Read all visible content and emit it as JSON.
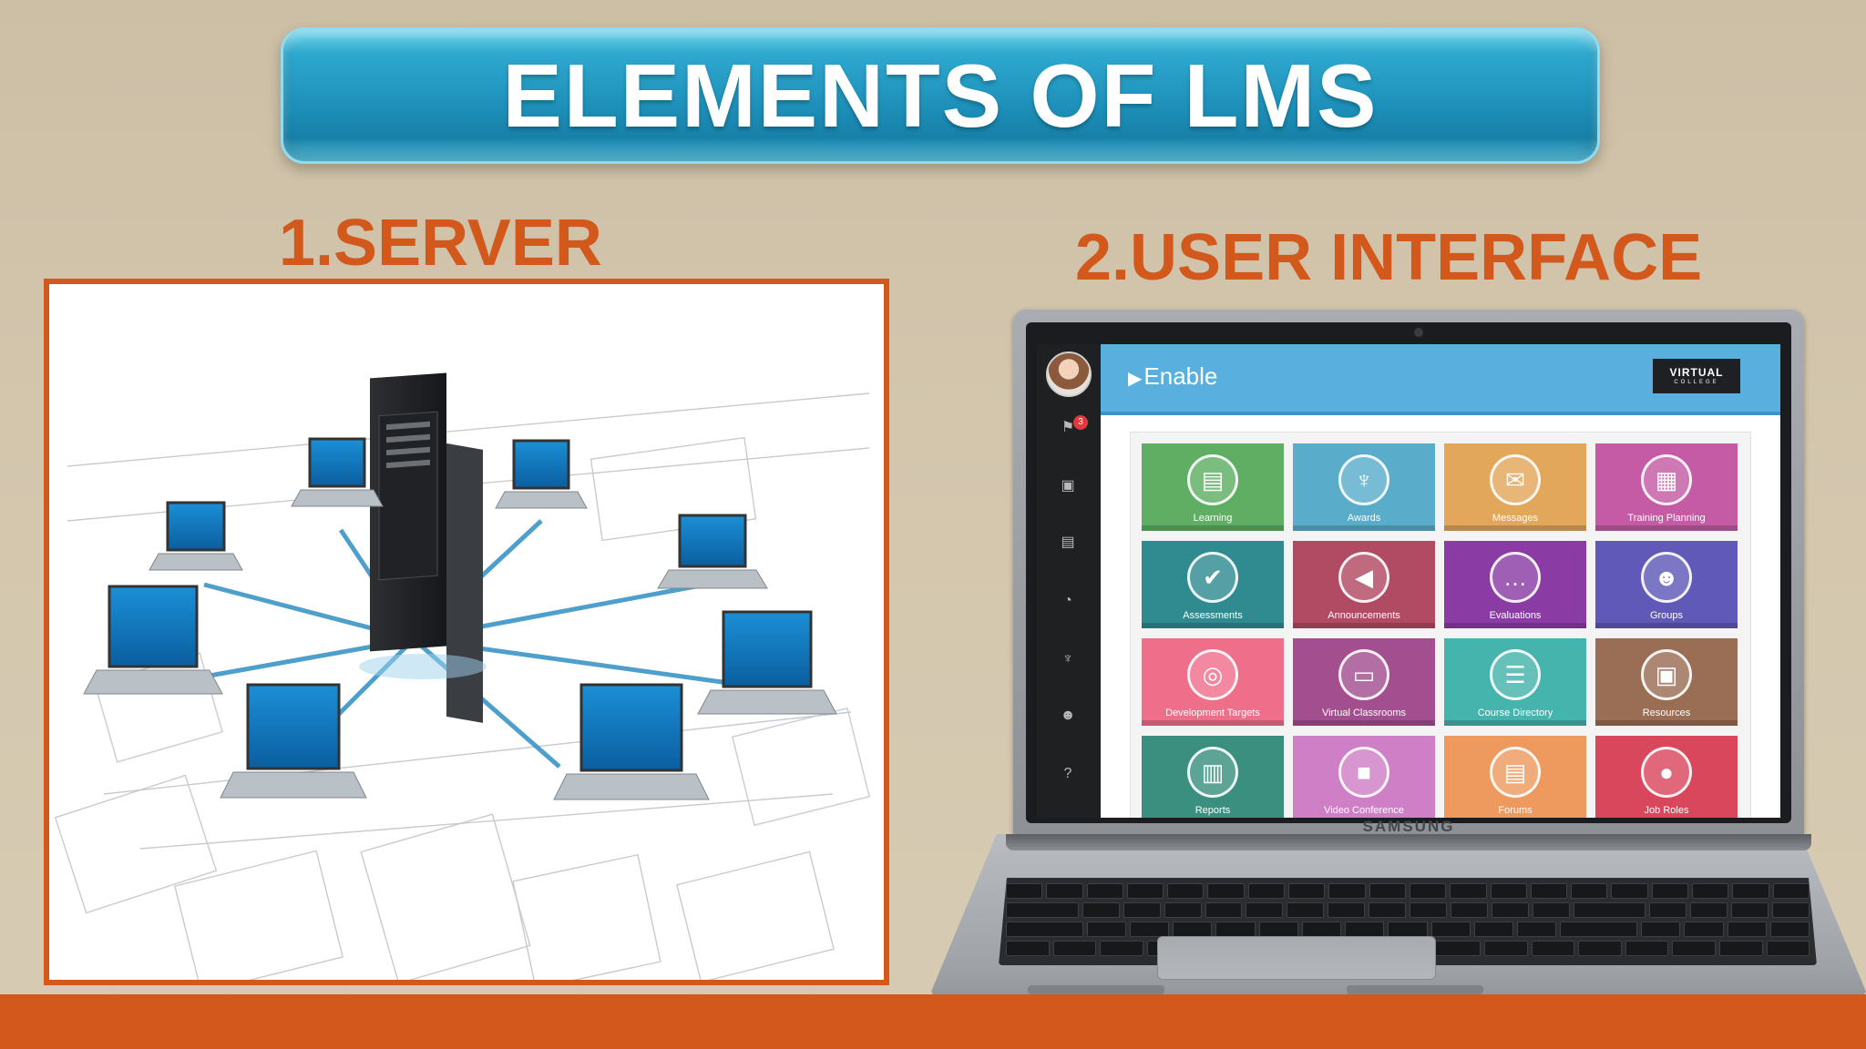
{
  "title": "ELEMENTS OF LMS",
  "sections": {
    "server": "1.SERVER",
    "user_interface": "2.USER INTERFACE"
  },
  "laptop": {
    "brand": "SAMSUNG",
    "lms": {
      "logo": "Enable",
      "badge_main": "VIRTUAL",
      "badge_sub": "COLLEGE",
      "notification_count": "3",
      "tiles": [
        {
          "label": "Learning",
          "color": "#5fae63",
          "icon": "book-icon"
        },
        {
          "label": "Awards",
          "color": "#5aaccb",
          "icon": "trophy-icon"
        },
        {
          "label": "Messages",
          "color": "#e3a75b",
          "icon": "envelope-icon"
        },
        {
          "label": "Training Planning",
          "color": "#c45ba4",
          "icon": "calendar-icon"
        },
        {
          "label": "Assessments",
          "color": "#2f8b90",
          "icon": "check-icon"
        },
        {
          "label": "Announcements",
          "color": "#b14a63",
          "icon": "megaphone-icon"
        },
        {
          "label": "Evaluations",
          "color": "#8a3ca4",
          "icon": "speech-bubble-icon"
        },
        {
          "label": "Groups",
          "color": "#6059b8",
          "icon": "people-icon"
        },
        {
          "label": "Development Targets",
          "color": "#ef6f8b",
          "icon": "target-icon"
        },
        {
          "label": "Virtual Classrooms",
          "color": "#a34f8f",
          "icon": "monitor-icon"
        },
        {
          "label": "Course Directory",
          "color": "#45b4ad",
          "icon": "list-icon"
        },
        {
          "label": "Resources",
          "color": "#9a6d55",
          "icon": "briefcase-icon"
        },
        {
          "label": "Reports",
          "color": "#3a8f7f",
          "icon": "bar-chart-icon"
        },
        {
          "label": "Video Conference",
          "color": "#cf7fc6",
          "icon": "video-camera-icon"
        },
        {
          "label": "Forums",
          "color": "#ee9a5f",
          "icon": "forum-icon"
        },
        {
          "label": "Job Roles",
          "color": "#d9475d",
          "icon": "person-icon"
        }
      ]
    }
  },
  "colors": {
    "accent": "#d2581c",
    "banner": "#1d8fb8",
    "background": "#d3c6ad"
  }
}
